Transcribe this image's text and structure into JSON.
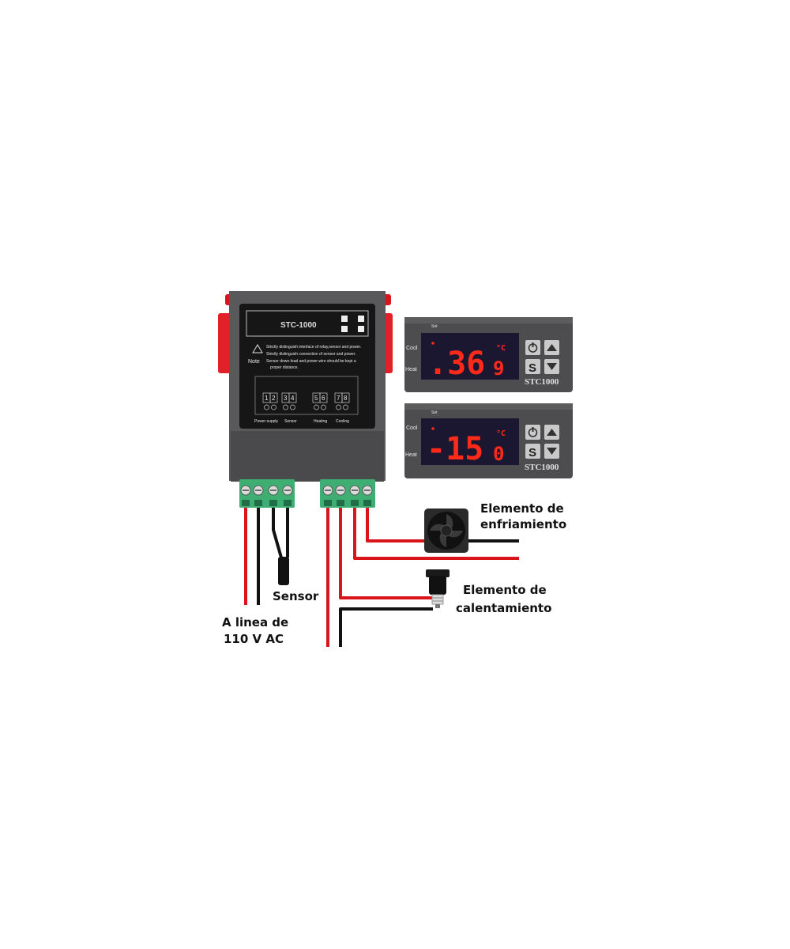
{
  "controller": {
    "model": "STC-1000",
    "notes": [
      "Strictly distinguish interface of relay,sensor and power.",
      "Strictly distinguish connection of sensor and power.",
      "Sensor down-lead and power wire should be kept a",
      "proper distance."
    ],
    "note_label": "Note",
    "terminal_numbers": [
      "1",
      "2",
      "3",
      "4",
      "5",
      "6",
      "7",
      "8"
    ],
    "terminal_groups": [
      "Power supply",
      "Sensor",
      "Heating",
      "Cooling"
    ]
  },
  "displays": [
    {
      "value": ".36.9",
      "int_part": ".36",
      "dec_part": "9",
      "unit": "°C",
      "set": "Set",
      "cool": "Cool",
      "heat": "Heat",
      "model": "STC1000",
      "button_s": "S"
    },
    {
      "value": "-15.0",
      "int_part": "-15",
      "dec_part": "0",
      "unit": "°C",
      "set": "Set",
      "cool": "Cool",
      "heat": "Heat",
      "model": "STC1000",
      "button_s": "S"
    }
  ],
  "labels": {
    "cooling_line1": "Elemento de",
    "cooling_line2": "enfriamiento",
    "heating_line1": "Elemento de",
    "heating_line2": "calentamiento",
    "sensor": "Sensor",
    "power_line1": "A linea de",
    "power_line2": "110 V AC"
  },
  "colors": {
    "wire_red": "#d9141b",
    "wire_black": "#111111",
    "terminal_green": "#3fae73",
    "display_red": "#ff2a1a",
    "case": "#4d4d4f"
  }
}
